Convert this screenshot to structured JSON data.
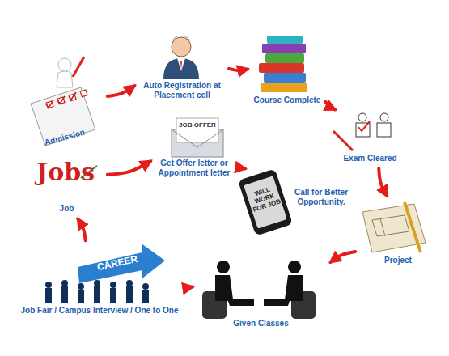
{
  "diagram": {
    "nodes": [
      {
        "text": [
          "Admission"
        ]
      },
      {
        "text": [
          "Auto Registration at Placement cell"
        ]
      },
      {
        "text": [
          "Course Complete"
        ]
      },
      {
        "text": [
          "Exam Cleared"
        ]
      },
      {
        "text": [
          "Project"
        ]
      },
      {
        "text": [
          "Given Classes"
        ]
      },
      {
        "text": [
          "Job Fair / Campus Interview / One to One"
        ]
      },
      {
        "text": [
          "Job"
        ]
      },
      {
        "text": [
          "Get Offer letter or Appointment letter"
        ]
      },
      {
        "text": [
          "Call for Better Opportunity."
        ]
      }
    ],
    "edges": [
      {
        "from": 0,
        "to": 1,
        "arrow": "to"
      },
      {
        "from": 1,
        "to": 2,
        "arrow": "to"
      },
      {
        "from": 2,
        "to": 3,
        "arrow": "to"
      },
      {
        "from": 3,
        "to": 4,
        "arrow": "to"
      },
      {
        "from": 4,
        "to": 5,
        "arrow": "to"
      },
      {
        "from": 5,
        "to": 6,
        "arrow": "to"
      },
      {
        "from": 6,
        "to": 7,
        "arrow": "to"
      },
      {
        "from": 7,
        "to": 8,
        "arrow": "to"
      },
      {
        "from": 8,
        "to": 9,
        "arrow": "to"
      }
    ],
    "labels": [
      "Jobs",
      "JOB OFFER",
      "CAREER",
      "WILL WORK FOR JOB"
    ]
  }
}
